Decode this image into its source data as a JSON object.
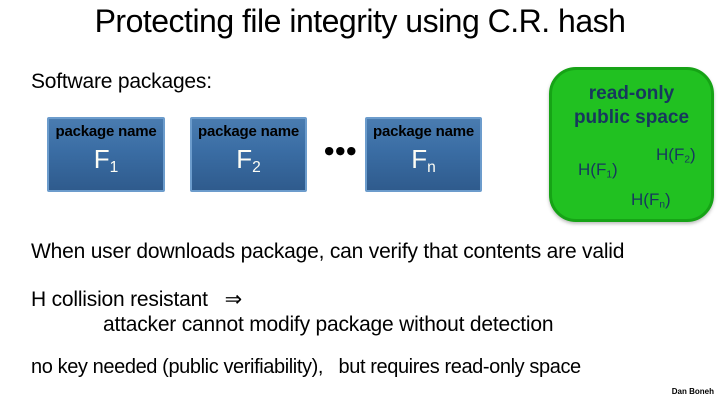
{
  "slide": {
    "title": "Protecting file integrity using C.R. hash",
    "footer": "Dan Boneh"
  },
  "diagram": {
    "heading": "Software packages:",
    "package_header": "package name",
    "packages": [
      {
        "name": "F",
        "sub": "1"
      },
      {
        "name": "F",
        "sub": "2"
      },
      {
        "name": "F",
        "sub": "n"
      }
    ],
    "ellipsis": "●●●",
    "public_space": {
      "title_line1": "read-only",
      "title_line2": "public space",
      "hashes": [
        {
          "pre": "H(F",
          "sub": "1",
          "post": ")"
        },
        {
          "pre": "H(F",
          "sub": "2",
          "post": ")"
        },
        {
          "pre": "H(F",
          "sub": "n",
          "post": ")"
        }
      ]
    }
  },
  "body": {
    "line1": "When user downloads package, can verify that contents are valid",
    "line2": "H collision resistant   ⇒",
    "line3": "attacker cannot modify package without detection",
    "line4": "no key needed (public verifiability),   but requires read-only space"
  },
  "colors": {
    "package_box_fill_top": "#4a7cb0",
    "package_box_fill_bottom": "#2f5b8d",
    "package_box_border": "#6c9ccc",
    "package_label_text": "#fdfdf5",
    "public_space_fill": "#21c121",
    "public_space_border": "#16a316",
    "public_space_text": "#17375e",
    "body_text": "#000000"
  }
}
